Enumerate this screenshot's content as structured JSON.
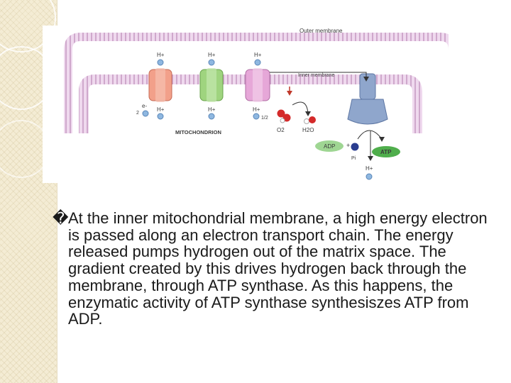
{
  "slide": {
    "bullet_glyph": "�",
    "body_text": "At the inner mitochondrial membrane, a high energy electron is passed along an electron transport chain. The energy released pumps hydrogen out of the matrix space. The gradient created by this drives hydrogen back through the membrane, through ATP synthase. As this happens, the enzymatic activity of ATP synthase synthesiszes ATP from ADP."
  },
  "diagram": {
    "outer_membrane_label": "Outer membrane",
    "inner_membrane_label": "Inner membrane",
    "mitochondrion_label": "MITOCHONDRION",
    "h_plus": "H+",
    "electron": "e-",
    "electron_count": "2",
    "half": "1/2",
    "o2": "O2",
    "h2o": "H2O",
    "adp": "ADP",
    "plus": "+",
    "pi": "Pi",
    "atp": "ATP",
    "colors": {
      "membrane": "#d3a8d0",
      "complex_1": "#f2a08a",
      "complex_2": "#9fd47f",
      "complex_3": "#e6a7d8",
      "atp_synthase": "#8fa6cc",
      "adp_pill": "#9fd693",
      "atp_pill": "#4fae4c",
      "oxygen": "#d42a2a",
      "ion": "#8eb7e0"
    }
  }
}
